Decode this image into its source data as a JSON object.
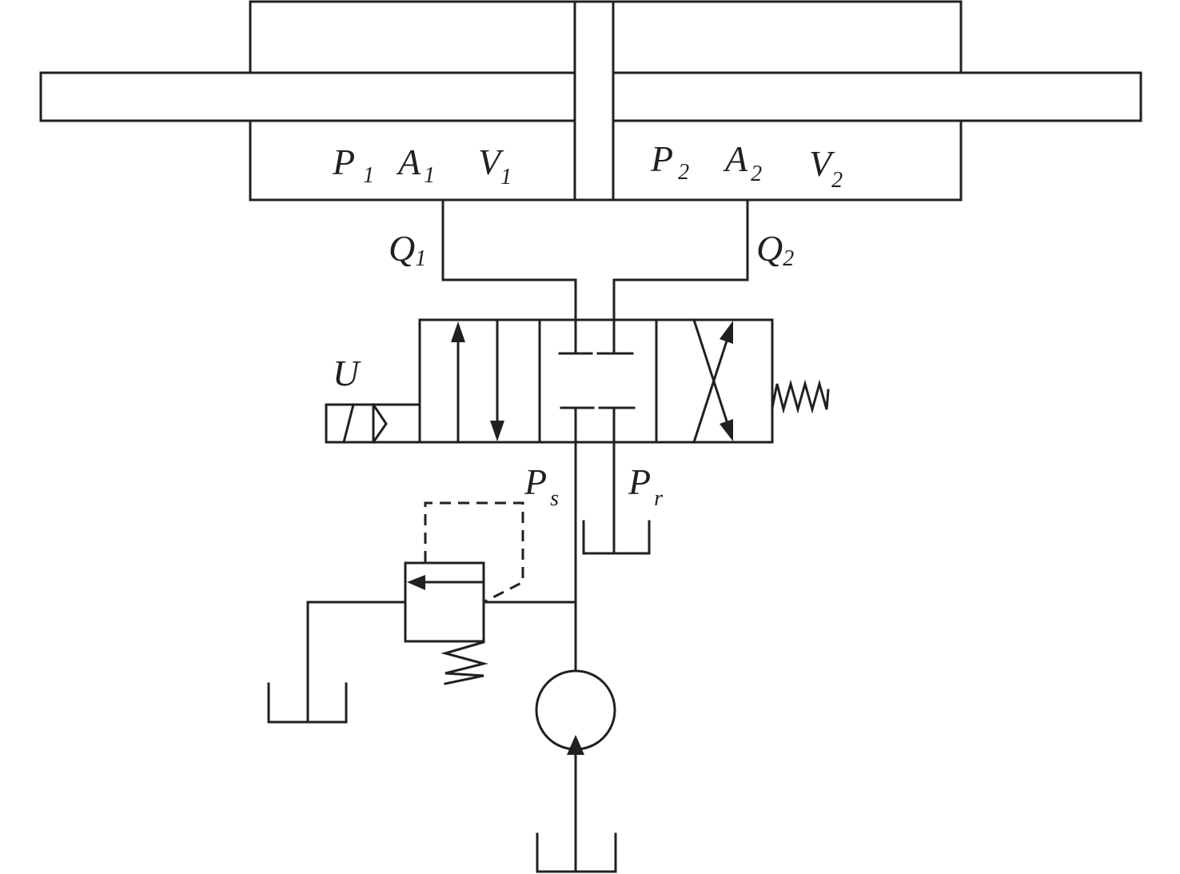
{
  "labels": {
    "p1": {
      "main": "P",
      "sub": "1"
    },
    "a1": {
      "main": "A",
      "sub": "1"
    },
    "v1": {
      "main": "V",
      "sub": "1"
    },
    "p2": {
      "main": "P",
      "sub": "2"
    },
    "a2": {
      "main": "A",
      "sub": "2"
    },
    "v2": {
      "main": "V",
      "sub": "2"
    },
    "q1": {
      "main": "Q",
      "sub": "1"
    },
    "q2": {
      "main": "Q",
      "sub": "2"
    },
    "u": {
      "main": "U"
    },
    "ps": {
      "main": "P",
      "sub": "s"
    },
    "pr": {
      "main": "P",
      "sub": "r"
    }
  },
  "colors": {
    "line": "#231f20",
    "background": "#ffffff"
  }
}
